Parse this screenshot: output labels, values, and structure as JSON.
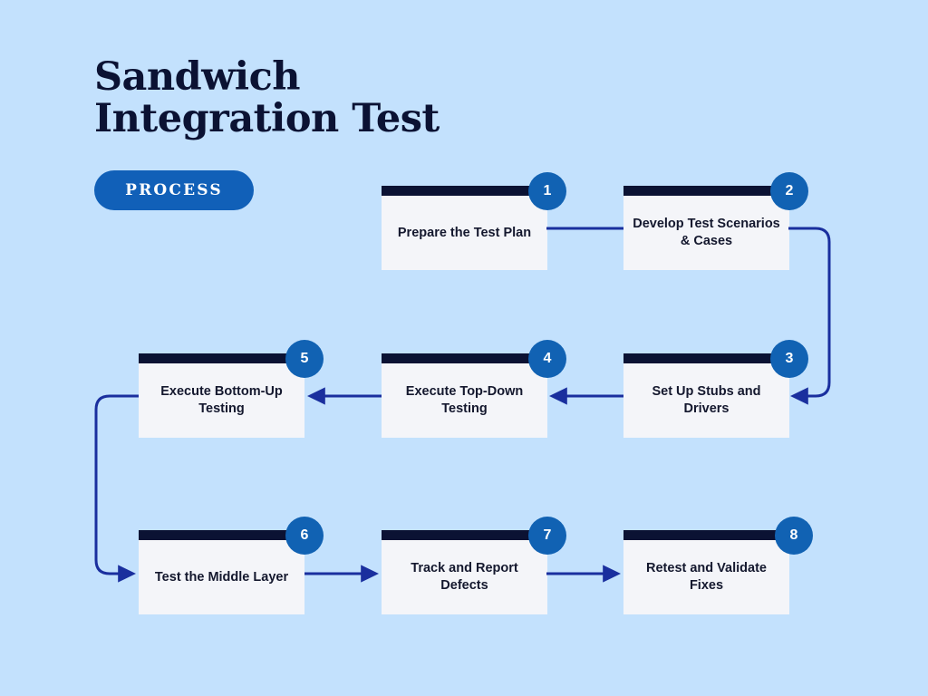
{
  "heading": {
    "line1": "Sandwich",
    "line2": "Integration Test"
  },
  "pill": {
    "label": "PROCESS"
  },
  "colors": {
    "background": "#c3e1fd",
    "card_body": "#f4f5f9",
    "card_bar": "#0b1233",
    "badge": "#1162b3",
    "pill": "#1160b8",
    "connector": "#1a2f9e",
    "heading_text": "#0b1233",
    "card_text": "#14182e"
  },
  "steps": [
    {
      "number": "1",
      "label": "Prepare the Test Plan"
    },
    {
      "number": "2",
      "label": "Develop Test Scenarios & Cases"
    },
    {
      "number": "3",
      "label": "Set Up Stubs and Drivers"
    },
    {
      "number": "4",
      "label": "Execute Top-Down Testing"
    },
    {
      "number": "5",
      "label": "Execute Bottom-Up Testing"
    },
    {
      "number": "6",
      "label": "Test the Middle Layer"
    },
    {
      "number": "7",
      "label": "Track and Report Defects"
    },
    {
      "number": "8",
      "label": "Retest and Validate Fixes"
    }
  ]
}
